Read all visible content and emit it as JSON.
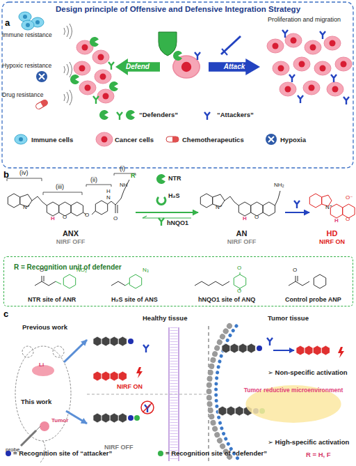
{
  "diagram": {
    "title": "Design principle of Offensive and Defensive Integration Strategy",
    "nodes": [
      {
        "text": [
          "Defend"
        ]
      },
      {
        "text": [
          "Attack"
        ]
      },
      {
        "text": [
          "ANX",
          "NIRF OFF"
        ]
      },
      {
        "text": [
          "AN",
          "NIRF OFF"
        ]
      },
      {
        "text": [
          "HD",
          "NIRF ON"
        ]
      },
      {
        "text": [
          "R = Recognition unit of defender"
        ]
      },
      {
        "text": [
          "Tumor reductive microenvironment"
        ]
      }
    ],
    "edges": [
      {
        "from": 2,
        "to": 3,
        "arrow": "to"
      },
      {
        "from": 3,
        "to": 4,
        "arrow": "to"
      }
    ],
    "labels": [
      "a",
      "Immune resistance",
      "Hypoxic resistance",
      "Drug resistance",
      "Proliferation and migration",
      "b",
      "(iv)",
      "(iii)",
      "(ii)",
      "(i)",
      "N⁺",
      "H",
      "O",
      "O",
      "N",
      "H",
      "O",
      "NH",
      "R",
      "NTR",
      "H₂S",
      "hNQO1",
      "N⁺",
      "H",
      "O",
      "NH₂",
      "N⁺",
      "H",
      "O",
      "O⁻",
      "O",
      "NO₂",
      "NTR site of ANR",
      "N₃",
      "H₂S site of ANS",
      "O",
      "O",
      "hNQO1 site of ANQ",
      "O",
      "Control probe ANP",
      "c",
      "Previous work",
      "This work",
      "Healthy tissue",
      "Tumor tissue",
      "Li",
      "Tumor",
      "probe",
      "NIRF ON",
      "➢ Non-specific activation",
      "NIRF OFF",
      "➢ High-specific activation",
      "R = H, F"
    ],
    "legend": [
      {
        "text": "“Defenders”"
      },
      {
        "text": "“Attackers”"
      },
      {
        "text": "Immune cells"
      },
      {
        "text": "Cancer cells"
      },
      {
        "text": "Chemotherapeutics"
      },
      {
        "text": "Hypoxia"
      },
      {
        "text": "= Recognition site of “attacker”",
        "color": "#1f2fb0"
      },
      {
        "text": "= Recognition site of “defender”",
        "color": "#35b24a"
      }
    ]
  }
}
